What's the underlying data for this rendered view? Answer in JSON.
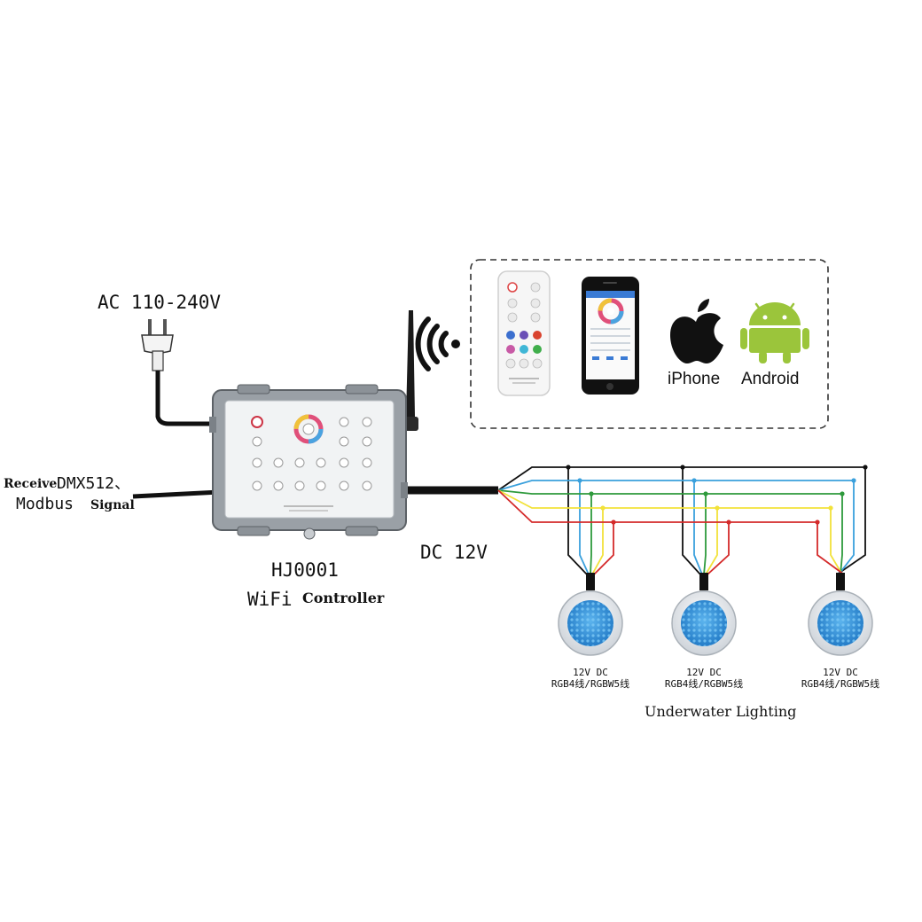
{
  "power": {
    "label": "AC 110-240V"
  },
  "input": {
    "receive": "Receive",
    "dmx": "DMX512、",
    "modbus": "Modbus",
    "signal": "Signal"
  },
  "controller": {
    "model": "HJ0001",
    "wifi": "WiFi",
    "controller_word": "Controller"
  },
  "output": {
    "label": "DC 12V"
  },
  "apps": {
    "iphone": "iPhone",
    "android": "Android"
  },
  "lights": [
    {
      "voltage": "12V DC",
      "wiring": "RGB4线/RGBW5线"
    },
    {
      "voltage": "12V DC",
      "wiring": "RGB4线/RGBW5线"
    },
    {
      "voltage": "12V DC",
      "wiring": "RGB4线/RGBW5线"
    }
  ],
  "lights_caption": "Underwater Lighting",
  "colors": {
    "wire_black": "#111111",
    "wire_blue": "#3aa0dc",
    "wire_green": "#2e9a3c",
    "wire_yellow": "#f2e23a",
    "wire_red": "#d42a2a",
    "android_green": "#9bc53b",
    "light_blue": "#2f8fd6"
  }
}
